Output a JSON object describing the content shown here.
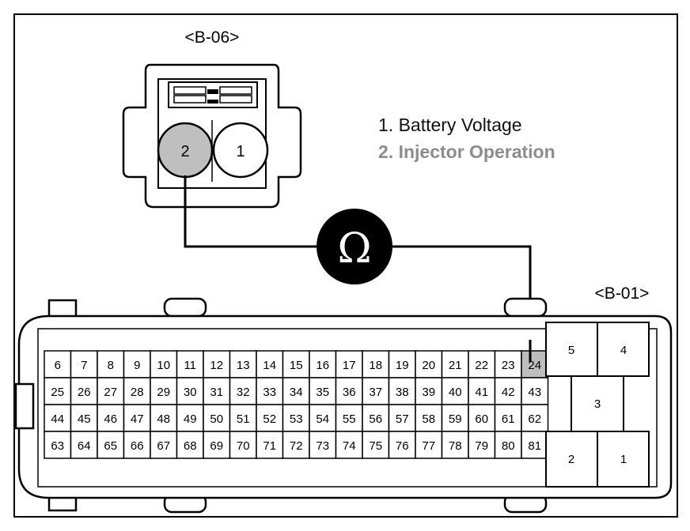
{
  "connector_b06": {
    "label": "<B-06>",
    "pins": [
      "1",
      "2"
    ],
    "highlighted_pin": "2"
  },
  "legend": {
    "item1": "1. Battery Voltage",
    "item2": "2. Injector Operation",
    "item2_color": "#8c8c8c"
  },
  "meter": {
    "symbol": "Ω"
  },
  "connector_b01": {
    "label": "<B-01>",
    "highlighted_pin": "24",
    "highlight_color": "#bdbdbd",
    "rows": [
      [
        "6",
        "7",
        "8",
        "9",
        "10",
        "11",
        "12",
        "13",
        "14",
        "15",
        "16",
        "17",
        "18",
        "19",
        "20",
        "21",
        "22",
        "23",
        "24"
      ],
      [
        "25",
        "26",
        "27",
        "28",
        "29",
        "30",
        "31",
        "32",
        "33",
        "34",
        "35",
        "36",
        "37",
        "38",
        "39",
        "40",
        "41",
        "42",
        "43"
      ],
      [
        "44",
        "45",
        "46",
        "47",
        "48",
        "49",
        "50",
        "51",
        "52",
        "53",
        "54",
        "55",
        "56",
        "57",
        "58",
        "59",
        "60",
        "61",
        "62"
      ],
      [
        "63",
        "64",
        "65",
        "66",
        "67",
        "68",
        "69",
        "70",
        "71",
        "72",
        "73",
        "74",
        "75",
        "76",
        "77",
        "78",
        "79",
        "80",
        "81"
      ]
    ],
    "large_pins": [
      "5",
      "4",
      "3",
      "2",
      "1"
    ]
  },
  "colors": {
    "line": "#000000",
    "pin2_fill": "#bfbfbf",
    "meter_fill": "#000000"
  }
}
